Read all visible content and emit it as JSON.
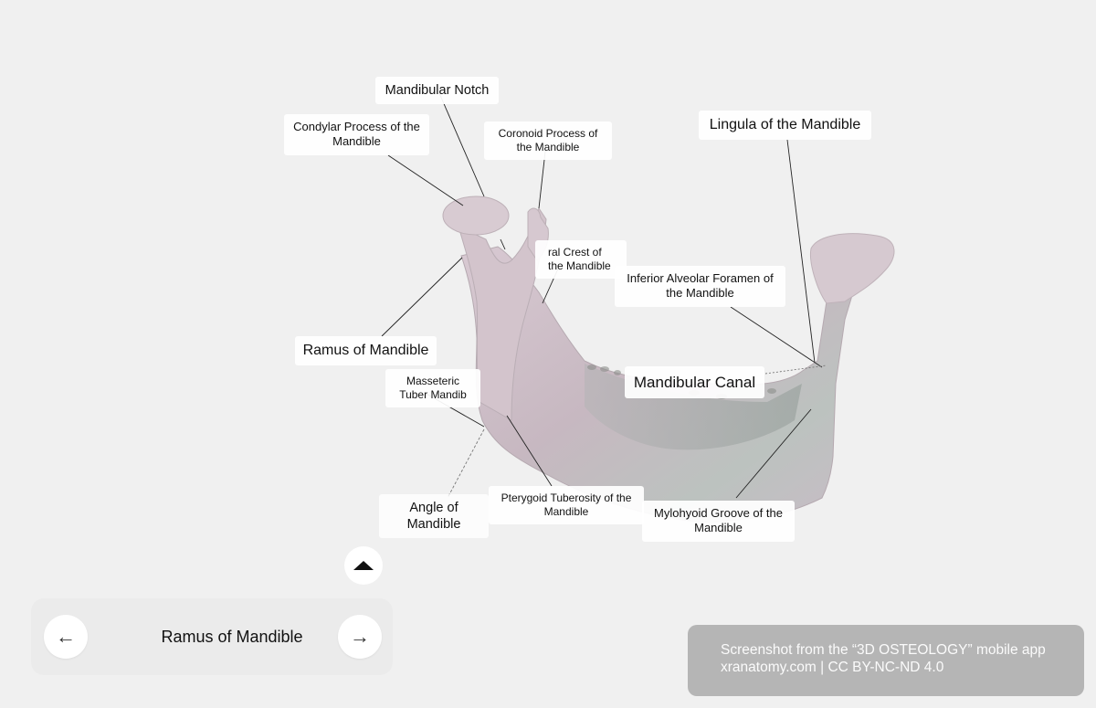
{
  "annotations": [
    {
      "id": "mandibular-notch",
      "text": "Mandibular Notch"
    },
    {
      "id": "condylar-process",
      "text": "Condylar Process of the Mandible"
    },
    {
      "id": "coronoid-process",
      "text": "Coronoid Process of the Mandible"
    },
    {
      "id": "lingula",
      "text": "Lingula of the Mandible"
    },
    {
      "id": "temporal-crest",
      "text": "ral Crest of the Mandible"
    },
    {
      "id": "inferior-alveolar-foramen",
      "text": "Inferior Alveolar Foramen of the Mandible"
    },
    {
      "id": "ramus",
      "text": "Ramus of Mandible"
    },
    {
      "id": "masseteric-tuberosity",
      "text": "Masseteric Tuber Mandib"
    },
    {
      "id": "mandibular-canal",
      "text": "Mandibular Canal"
    },
    {
      "id": "pterygoid-tuberosity",
      "text": "Pterygoid Tuberosity of the Mandible"
    },
    {
      "id": "angle-of-mandible",
      "text": "Angle of Mandible"
    },
    {
      "id": "mylohyoid-groove",
      "text": "Mylohyoid Groove of the Mandible"
    }
  ],
  "navigation": {
    "prev_icon": "←",
    "next_icon": "→",
    "current_title": "Ramus of Mandible",
    "up_icon": "triangle-up-icon"
  },
  "credit": {
    "line1": "Screenshot from the “3D OSTEOLOGY” mobile app",
    "line2": "xranatomy.com | CC BY-NC-ND 4.0"
  },
  "colors": {
    "background": "#f0f0f0",
    "bone": "#cbbcc4",
    "credit_bg": "#aaaaaa"
  }
}
